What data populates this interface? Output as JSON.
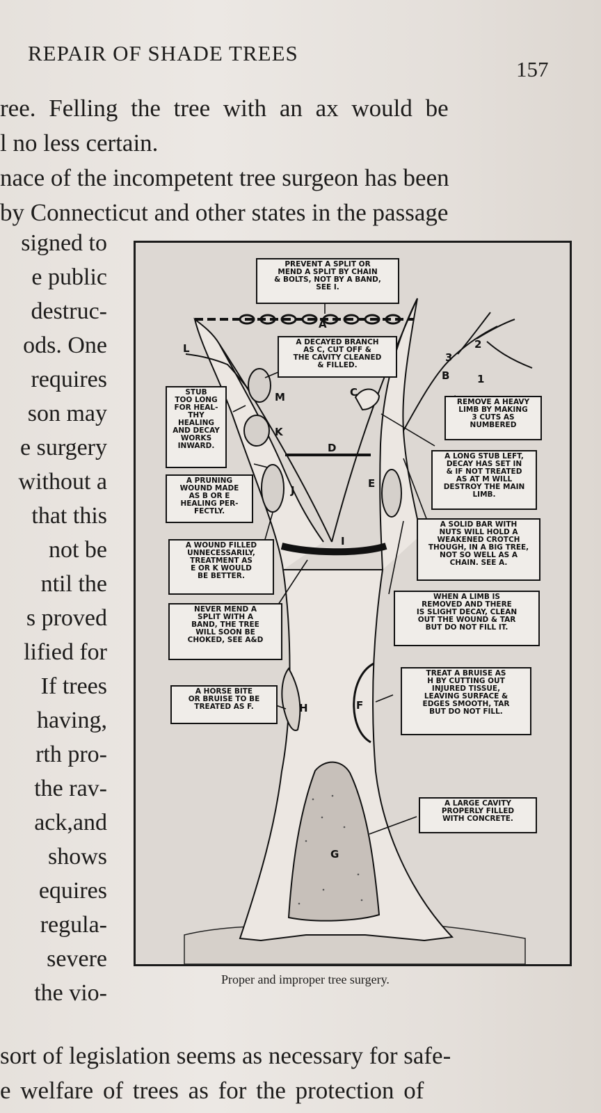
{
  "header": {
    "title": "REPAIR OF SHADE TREES",
    "page_number": "157"
  },
  "top_text": [
    "ree.   Felling  the  tree  with  an  ax  would  be",
    "l no less certain.",
    "nace of the incompetent tree surgeon has been",
    "by Connecticut and other states in the passage"
  ],
  "left_column": [
    "signed to",
    "e public",
    "destruc-",
    "ods. One",
    "requires",
    "son may",
    "e surgery",
    "without a",
    "that this",
    "not be",
    "ntil the",
    "s proved",
    "lified for",
    "If trees",
    "having,",
    "rth pro-",
    "the rav-",
    "ack,and",
    "shows",
    "equires",
    "regula-",
    "severe",
    "the vio-"
  ],
  "bottom_text": [
    "sort of legislation seems as necessary for safe-",
    "e welfare of trees as for the protection of"
  ],
  "figure": {
    "caption": "Proper and improper tree surgery.",
    "notes": {
      "prevent_split": "PREVENT A SPLIT OR\nMEND A SPLIT BY CHAIN\n& BOLTS, NOT BY A BAND,\nSEE I.",
      "decayed_branch": "A DECAYED BRANCH\nAS C, CUT OFF &\nTHE CAVITY CLEANED\n& FILLED.",
      "stub_too_long": "STUB\nTOO LONG\nFOR HEAL-\nTHY\nHEALING\nAND DECAY\nWORKS\nINWARD.",
      "remove_heavy_limb": "REMOVE A HEAVY\nLIMB BY MAKING\n3 CUTS AS\nNUMBERED",
      "pruning_wound": "A PRUNING\nWOUND MADE\nAS B OR E\nHEALING PER-\nFECTLY.",
      "long_stub_left": "A LONG STUB LEFT,\nDECAY HAS SET IN\n& IF NOT TREATED\nAS AT M WILL\nDESTROY THE MAIN\nLIMB.",
      "solid_bar": "A SOLID BAR WITH\nNUTS WILL HOLD A\nWEAKENED CROTCH\nTHOUGH, IN A BIG TREE,\nNOT SO WELL AS A\nCHAIN. SEE A.",
      "wound_filled": "A WOUND FILLED\nUNNECESSARILY,\nTREATMENT AS\nE OR K WOULD\nBE BETTER.",
      "limb_removed": "WHEN A LIMB IS\nREMOVED AND THERE\nIS SLIGHT DECAY, CLEAN\nOUT THE WOUND & TAR\nBUT DO NOT FILL IT.",
      "never_mend": "NEVER MEND A\nSPLIT WITH A\nBAND, THE TREE\nWILL SOON BE\nCHOKED, SEE A&D",
      "treat_bruise": "TREAT A BRUISE AS\nH BY CUTTING OUT\nINJURED TISSUE,\nLEAVING SURFACE &\nEDGES SMOOTH, TAR\nBUT DO NOT FILL.",
      "horse_bite": "A HORSE BITE\nOR BRUISE TO BE\nTREATED AS F.",
      "large_cavity": "A LARGE CAVITY\nPROPERLY FILLED\nWITH CONCRETE."
    },
    "labels": {
      "A": "A",
      "B": "B",
      "C": "C",
      "D": "D",
      "E": "E",
      "F": "F",
      "G": "G",
      "H": "H",
      "I": "I",
      "J": "J",
      "K": "K",
      "L": "L",
      "M": "M",
      "cut1": "1",
      "cut2": "2",
      "cut3": "3"
    }
  }
}
